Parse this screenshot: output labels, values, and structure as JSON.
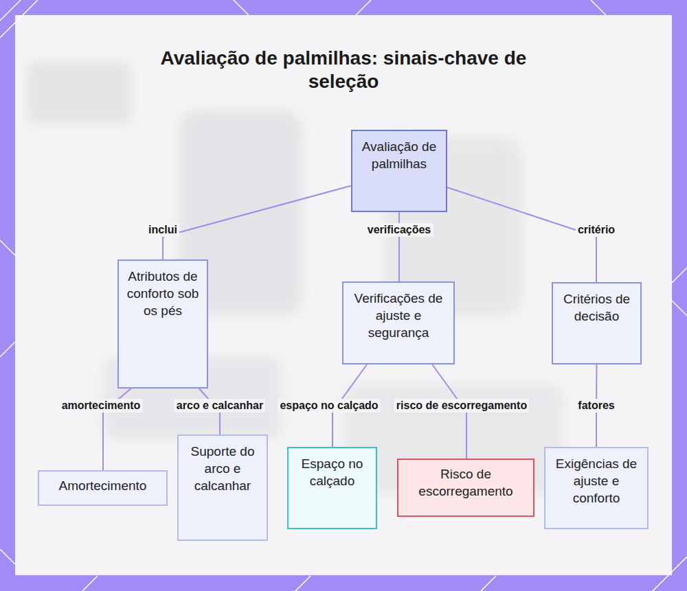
{
  "diagram": {
    "title": "Avaliação de palmilhas: sinais-chave de seleção",
    "nodes": [
      {
        "text": [
          "Avaliação de palmilhas"
        ]
      },
      {
        "text": [
          "Atributos de conforto sob os pés"
        ]
      },
      {
        "text": [
          "Verificações de ajuste e segurança"
        ]
      },
      {
        "text": [
          "Critérios de decisão"
        ]
      },
      {
        "text": [
          "Amortecimento"
        ]
      },
      {
        "text": [
          "Suporte do arco e calcanhar"
        ]
      },
      {
        "text": [
          "Espaço no calçado"
        ]
      },
      {
        "text": [
          "Risco de escorregamento"
        ]
      },
      {
        "text": [
          "Exigências de ajuste e conforto"
        ]
      }
    ],
    "edges": [
      {
        "from": 0,
        "to": 1,
        "label": "inclui",
        "arrow": "none"
      },
      {
        "from": 0,
        "to": 2,
        "label": "verificações",
        "arrow": "none"
      },
      {
        "from": 0,
        "to": 3,
        "label": "critério",
        "arrow": "none"
      },
      {
        "from": 1,
        "to": 4,
        "label": "amortecimento",
        "arrow": "none"
      },
      {
        "from": 1,
        "to": 5,
        "label": "arco e calcanhar",
        "arrow": "none"
      },
      {
        "from": 2,
        "to": 6,
        "label": "espaço no calçado",
        "arrow": "none"
      },
      {
        "from": 2,
        "to": 7,
        "label": "risco de escorregamento",
        "arrow": "none"
      },
      {
        "from": 3,
        "to": 8,
        "label": "fatores",
        "arrow": "none"
      }
    ]
  }
}
